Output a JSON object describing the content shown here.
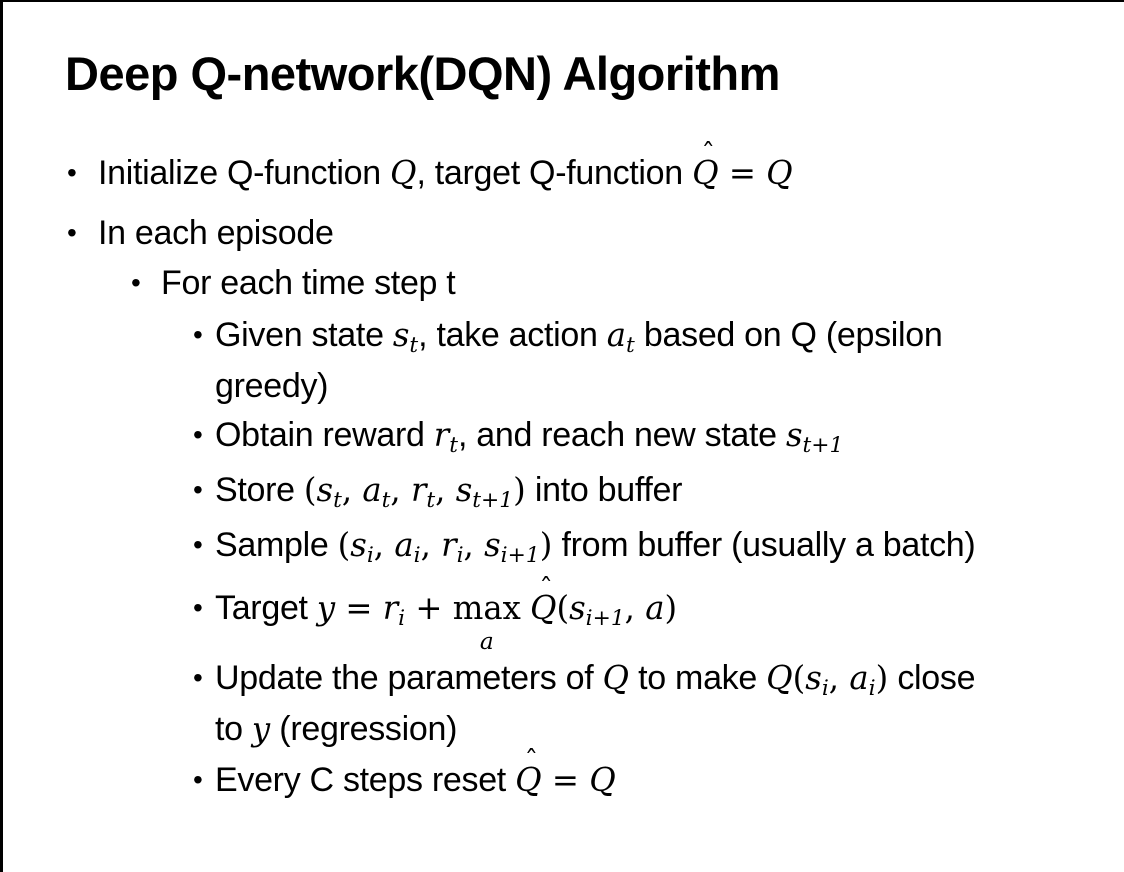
{
  "slide": {
    "title": "Deep Q-network(DQN) Algorithm",
    "background_color": "#ffffff",
    "border_color": "#000000",
    "text_color": "#000000",
    "bullet_char": "•",
    "hat_mark": "ˆ"
  },
  "bullets": [
    {
      "level": 1,
      "segments": [
        {
          "t": "Initialize Q-function "
        },
        {
          "t": "Q",
          "s": "m"
        },
        {
          "t": ", target Q-function "
        },
        {
          "t": "Q",
          "s": "hat"
        },
        {
          "t": " = ",
          "s": "mr"
        },
        {
          "t": "Q",
          "s": "m"
        }
      ]
    },
    {
      "level": 1,
      "segments": [
        {
          "t": "In each episode"
        }
      ]
    },
    {
      "level": 2,
      "segments": [
        {
          "t": "For each time step t"
        }
      ]
    },
    {
      "level": 3,
      "segments": [
        {
          "t": "Given state "
        },
        {
          "t": "s",
          "s": "m"
        },
        {
          "t": "t",
          "s": "sub"
        },
        {
          "t": ", take action "
        },
        {
          "t": "a",
          "s": "m"
        },
        {
          "t": "t",
          "s": "sub"
        },
        {
          "t": " based on Q (epsilon"
        },
        {
          "s": "br"
        },
        {
          "t": "greedy)"
        }
      ]
    },
    {
      "level": 3,
      "segments": [
        {
          "t": "Obtain reward "
        },
        {
          "t": "r",
          "s": "m"
        },
        {
          "t": "t",
          "s": "sub"
        },
        {
          "t": ", and reach new state "
        },
        {
          "t": "s",
          "s": "m"
        },
        {
          "t": "t+1",
          "s": "sub"
        }
      ]
    },
    {
      "level": 3,
      "segments": [
        {
          "t": "Store "
        },
        {
          "t": "(",
          "s": "mr"
        },
        {
          "t": "s",
          "s": "m"
        },
        {
          "t": "t",
          "s": "sub"
        },
        {
          "t": ", ",
          "s": "mr"
        },
        {
          "t": "a",
          "s": "m"
        },
        {
          "t": "t",
          "s": "sub"
        },
        {
          "t": ", ",
          "s": "mr"
        },
        {
          "t": "r",
          "s": "m"
        },
        {
          "t": "t",
          "s": "sub"
        },
        {
          "t": ", ",
          "s": "mr"
        },
        {
          "t": "s",
          "s": "m"
        },
        {
          "t": "t+1",
          "s": "sub"
        },
        {
          "t": ")",
          "s": "mr"
        },
        {
          "t": " into buffer"
        }
      ]
    },
    {
      "level": 3,
      "segments": [
        {
          "t": "Sample "
        },
        {
          "t": "(",
          "s": "mr"
        },
        {
          "t": "s",
          "s": "m"
        },
        {
          "t": "i",
          "s": "sub"
        },
        {
          "t": ", ",
          "s": "mr"
        },
        {
          "t": "a",
          "s": "m"
        },
        {
          "t": "i",
          "s": "sub"
        },
        {
          "t": ", ",
          "s": "mr"
        },
        {
          "t": "r",
          "s": "m"
        },
        {
          "t": "i",
          "s": "sub"
        },
        {
          "t": ", ",
          "s": "mr"
        },
        {
          "t": "s",
          "s": "m"
        },
        {
          "t": "i+1",
          "s": "sub"
        },
        {
          "t": ")",
          "s": "mr"
        },
        {
          "t": " from buffer (usually a batch)"
        }
      ]
    },
    {
      "level": 3,
      "segments": [
        {
          "t": "Target "
        },
        {
          "t": "y",
          "s": "m"
        },
        {
          "t": " = ",
          "s": "mr"
        },
        {
          "t": "r",
          "s": "m"
        },
        {
          "t": "i",
          "s": "sub"
        },
        {
          "t": " + ",
          "s": "mr"
        },
        {
          "s": "stack",
          "top": "max",
          "bot": "a"
        },
        {
          "t": " "
        },
        {
          "t": "Q",
          "s": "hat"
        },
        {
          "t": "(",
          "s": "mr"
        },
        {
          "t": "s",
          "s": "m"
        },
        {
          "t": "i+1",
          "s": "sub"
        },
        {
          "t": ", ",
          "s": "mr"
        },
        {
          "t": "a",
          "s": "m"
        },
        {
          "t": ")",
          "s": "mr"
        }
      ]
    },
    {
      "level": 3,
      "segments": [
        {
          "t": "Update the parameters of "
        },
        {
          "t": "Q",
          "s": "m"
        },
        {
          "t": " to make "
        },
        {
          "t": "Q",
          "s": "m"
        },
        {
          "t": "(",
          "s": "mr"
        },
        {
          "t": "s",
          "s": "m"
        },
        {
          "t": "i",
          "s": "sub"
        },
        {
          "t": ", ",
          "s": "mr"
        },
        {
          "t": "a",
          "s": "m"
        },
        {
          "t": "i",
          "s": "sub"
        },
        {
          "t": ")",
          "s": "mr"
        },
        {
          "t": " close"
        },
        {
          "s": "br"
        },
        {
          "t": "to "
        },
        {
          "t": "y",
          "s": "m"
        },
        {
          "t": " (regression)"
        }
      ]
    },
    {
      "level": 3,
      "segments": [
        {
          "t": "Every C steps reset "
        },
        {
          "t": "Q",
          "s": "hat"
        },
        {
          "t": " = ",
          "s": "mr"
        },
        {
          "t": "Q",
          "s": "m"
        }
      ]
    }
  ]
}
